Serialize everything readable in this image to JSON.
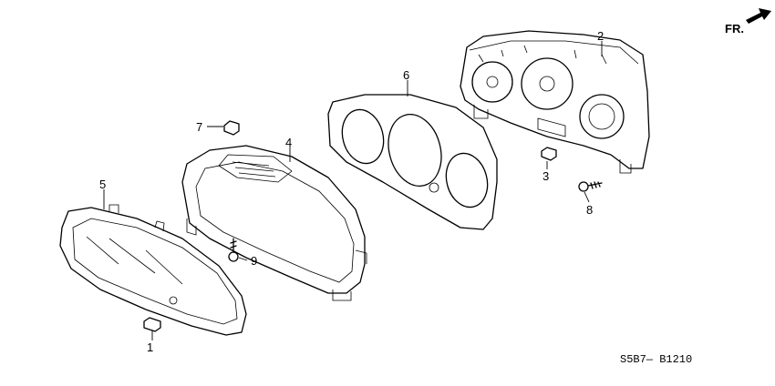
{
  "diagram": {
    "direction_label": "FR.",
    "diagram_code": "S5B7— B1210",
    "callouts": [
      "1",
      "2",
      "3",
      "4",
      "5",
      "6",
      "7",
      "8",
      "9"
    ]
  }
}
